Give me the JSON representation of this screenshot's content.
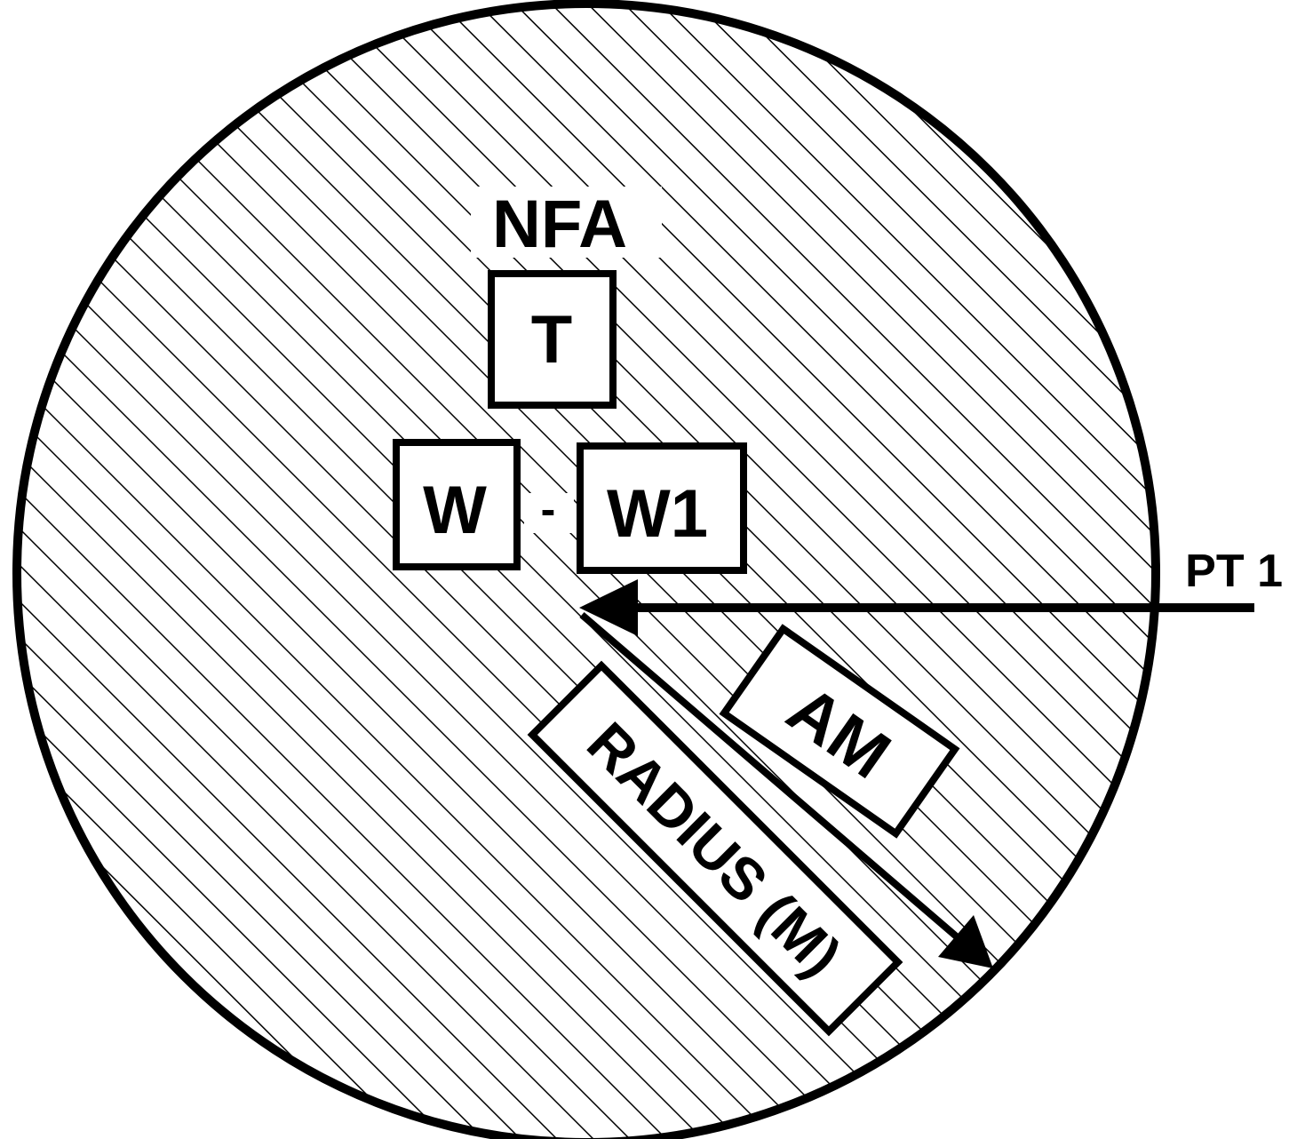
{
  "diagram": {
    "labels": {
      "nfa": "NFA",
      "t": "T",
      "w": "W",
      "separator": "-",
      "w1": "W1",
      "pt1": "PT 1",
      "am": "AM",
      "radius": "RADIUS (M)"
    },
    "colors": {
      "ink": "#000000",
      "paper": "#ffffff"
    }
  }
}
